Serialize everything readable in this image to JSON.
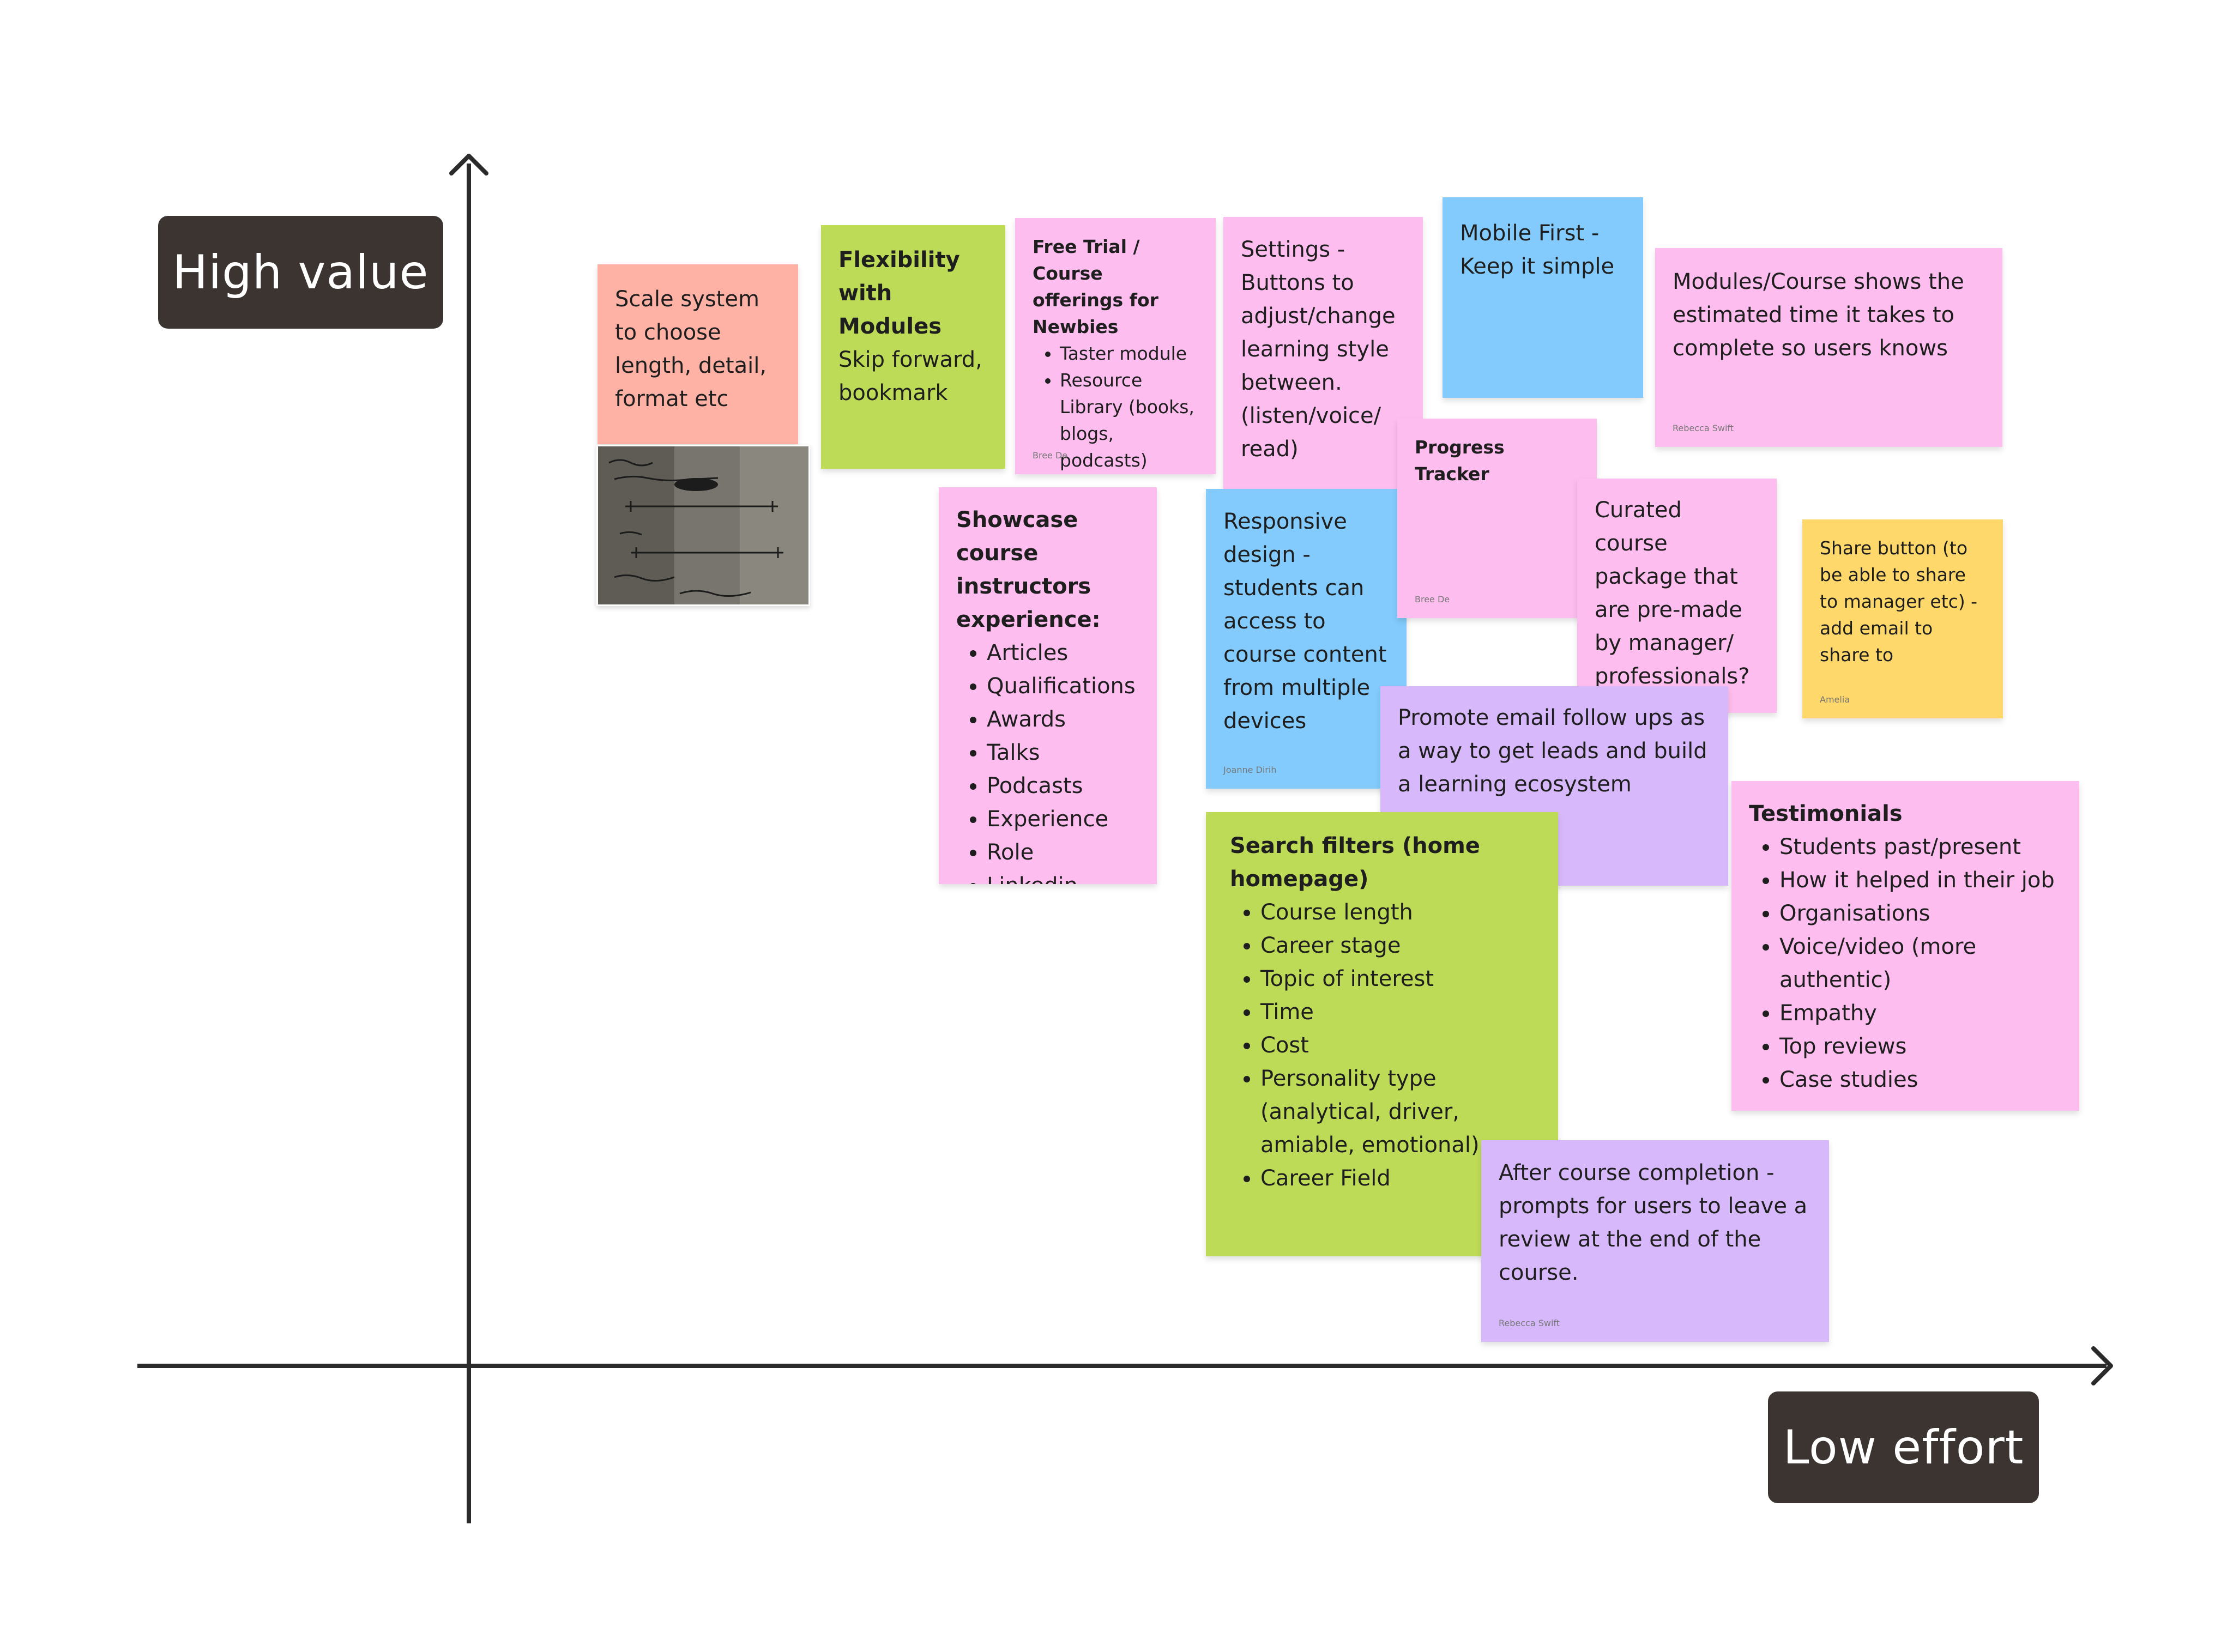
{
  "axes": {
    "y_label": "High value",
    "x_label": "Low effort",
    "line_color": "#2b2b2b",
    "label_bg": "#3b3431"
  },
  "colors": {
    "pink": "#fdbdee",
    "salmon": "#feb1a5",
    "lime": "#bddb57",
    "blue": "#82cbfc",
    "purple": "#d7b9fb",
    "yellow": "#fed86a"
  },
  "notes": {
    "scale": {
      "text": "Scale system to choose length, detail, format etc",
      "image_icon": "hand-drawn-sketch-photo"
    },
    "flex": {
      "title": "Flexibility with Modules",
      "text": "Skip forward, bookmark"
    },
    "trial": {
      "title": "Free Trial / Course offerings for Newbies",
      "items": [
        "Taster module",
        "Resource Library (books, blogs, podcasts)"
      ],
      "author": "Bree De"
    },
    "settings": {
      "text": "Settings - Buttons to adjust/change learning style between. (listen/voice/ read)"
    },
    "mobile": {
      "text": "Mobile First - Keep it simple"
    },
    "modules_time": {
      "text": "Modules/Course shows the estimated time it takes to complete so users knows",
      "author": "Rebecca Swift"
    },
    "progress": {
      "title": "Progress Tracker",
      "author": "Bree De"
    },
    "showcase": {
      "title": "Showcase course instructors experience:",
      "items": [
        "Articles",
        "Qualifications",
        "Awards",
        "Talks",
        "Podcasts",
        "Experience",
        "Role",
        "Linkedin"
      ]
    },
    "responsive": {
      "text": "Responsive design - students can access to course content from multiple devices",
      "author": "Joanne Dirih"
    },
    "curated": {
      "text": "Curated course package that are pre-made by manager/ professionals?"
    },
    "share": {
      "text": "Share button (to be able to share to manager etc) - add email to share to",
      "author": "Amelia"
    },
    "email": {
      "text": "Promote email follow ups as a way to get leads and build a learning ecosystem"
    },
    "search": {
      "title": "Search filters (home homepage)",
      "items": [
        "Course length",
        "Career stage",
        "Topic of interest",
        "Time",
        "Cost",
        "Personality type (analytical, driver, amiable, emotional)",
        "Career Field"
      ]
    },
    "testimonials": {
      "title": "Testimonials",
      "items": [
        "Students past/present",
        "How it helped in their job",
        "Organisations",
        "Voice/video (more authentic)",
        "Empathy",
        "Top reviews",
        "Case studies"
      ]
    },
    "after": {
      "text": "After course completion - prompts for users to leave a review at the end of the course.",
      "author": "Rebecca Swift"
    }
  }
}
